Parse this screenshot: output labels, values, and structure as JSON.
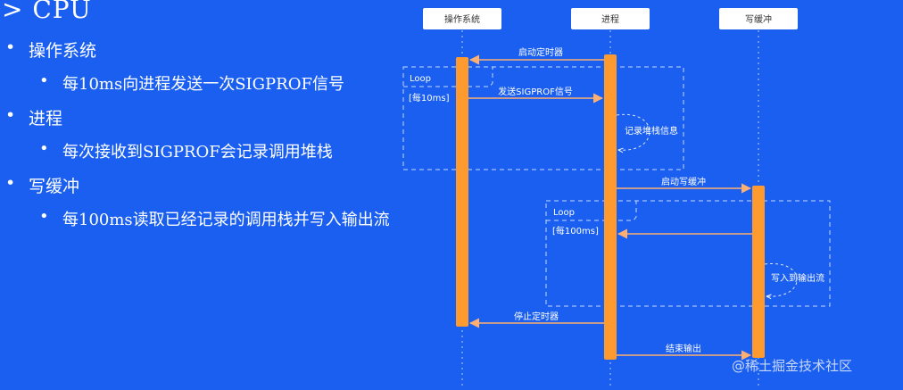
{
  "slide": {
    "title": "> CPU",
    "bullet_symbol": "•",
    "bullets": [
      {
        "label": "操作系统",
        "sub": "每10ms向进程发送一次SIGPROF信号"
      },
      {
        "label": "进程",
        "sub": "每次接收到SIGPROF会记录调用堆栈"
      },
      {
        "label": "写缓冲",
        "sub": "每100ms读取已经记录的调用栈并写入输出流"
      }
    ]
  },
  "diagram": {
    "participants": [
      "操作系统",
      "进程",
      "写缓冲"
    ],
    "messages": {
      "start_timer": "启动定时器",
      "send_signal": "发送SIGPROF信号",
      "record_stack": "记录堆栈信息",
      "start_buffer": "启动写缓冲",
      "write_stream": "写入到输出流",
      "stop_timer": "停止定时器",
      "end_output": "结束输出"
    },
    "loops": [
      {
        "tag": "Loop",
        "condition": "[每10ms]"
      },
      {
        "tag": "Loop",
        "condition": "[每100ms]"
      }
    ]
  },
  "watermark": "@稀土掘金技术社区",
  "colors": {
    "background": "#1a5ff0",
    "activation": "#ff9a2e",
    "arrow": "#ffb070",
    "header_box": "#ffffff"
  }
}
